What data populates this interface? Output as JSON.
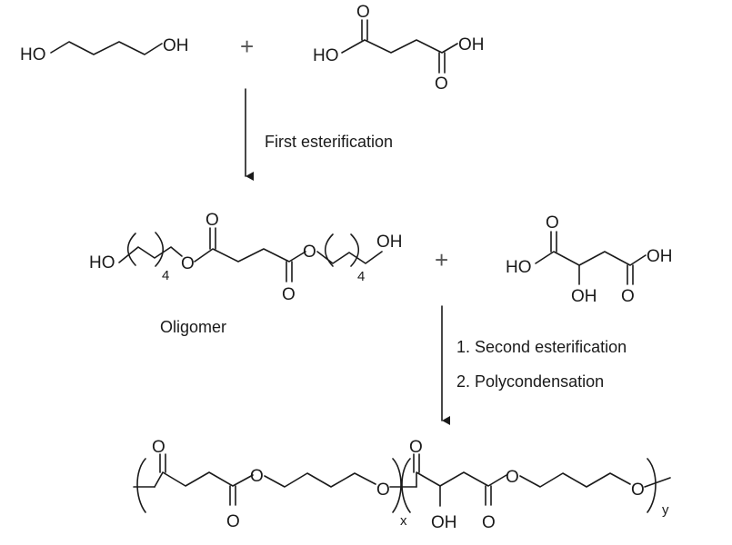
{
  "atoms": {
    "ho": "HO",
    "oh": "OH",
    "o": "O",
    "four": "4",
    "x": "x",
    "y": "y"
  },
  "plus": "+",
  "steps": {
    "first": "First esterification",
    "oligomer": "Oligomer",
    "second": "1. Second esterification",
    "poly": "2. Polycondensation"
  }
}
